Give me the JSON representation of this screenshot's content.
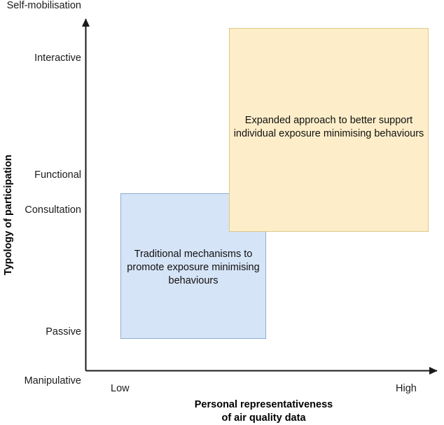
{
  "chart_data": {
    "type": "scatter",
    "title": "",
    "xlabel": "Personal representativeness of air quality data",
    "ylabel": "Typology of participation",
    "x_ticks": [
      "Low",
      "High"
    ],
    "y_ticks": [
      "Manipulative",
      "Passive",
      "Consultation",
      "Functional",
      "Interactive",
      "Self-mobilisation"
    ],
    "grid": false,
    "legend": "none",
    "regions": [
      {
        "name": "traditional-mechanisms",
        "label": "Traditional mechanisms to promote exposure minimising behaviours",
        "fill": "#d6e4f7",
        "stroke": "#8fabd4",
        "x_range": [
          "Low",
          "mid"
        ],
        "y_range": [
          "Passive",
          "Consultation"
        ]
      },
      {
        "name": "expanded-approach",
        "label": "Expanded approach to better support individual exposure minimising behaviours",
        "fill": "#fdeec9",
        "stroke": "#ddc98a",
        "x_range": [
          "mid",
          "High"
        ],
        "y_range": [
          "Consultation",
          "Interactive"
        ]
      }
    ]
  },
  "axes": {
    "y": {
      "title": "Typology of participation",
      "ticks": [
        {
          "label": "Self-mobilisation"
        },
        {
          "label": "Interactive"
        },
        {
          "label": "Functional"
        },
        {
          "label": "Consultation"
        },
        {
          "label": "Passive"
        },
        {
          "label": "Manipulative"
        }
      ]
    },
    "x": {
      "title_line1": "Personal representativeness",
      "title_line2": "of air quality data",
      "ticks": [
        {
          "label": "Low"
        },
        {
          "label": "High"
        }
      ]
    }
  },
  "boxes": {
    "blue": {
      "text": "Traditional mechanisms to promote exposure minimising behaviours",
      "fill": "#d6e4f7",
      "stroke": "#8fabd4"
    },
    "yellow": {
      "text": "Expanded approach to better support individual exposure minimising behaviours",
      "fill": "#fdeec9",
      "stroke": "#ddc98a"
    }
  }
}
